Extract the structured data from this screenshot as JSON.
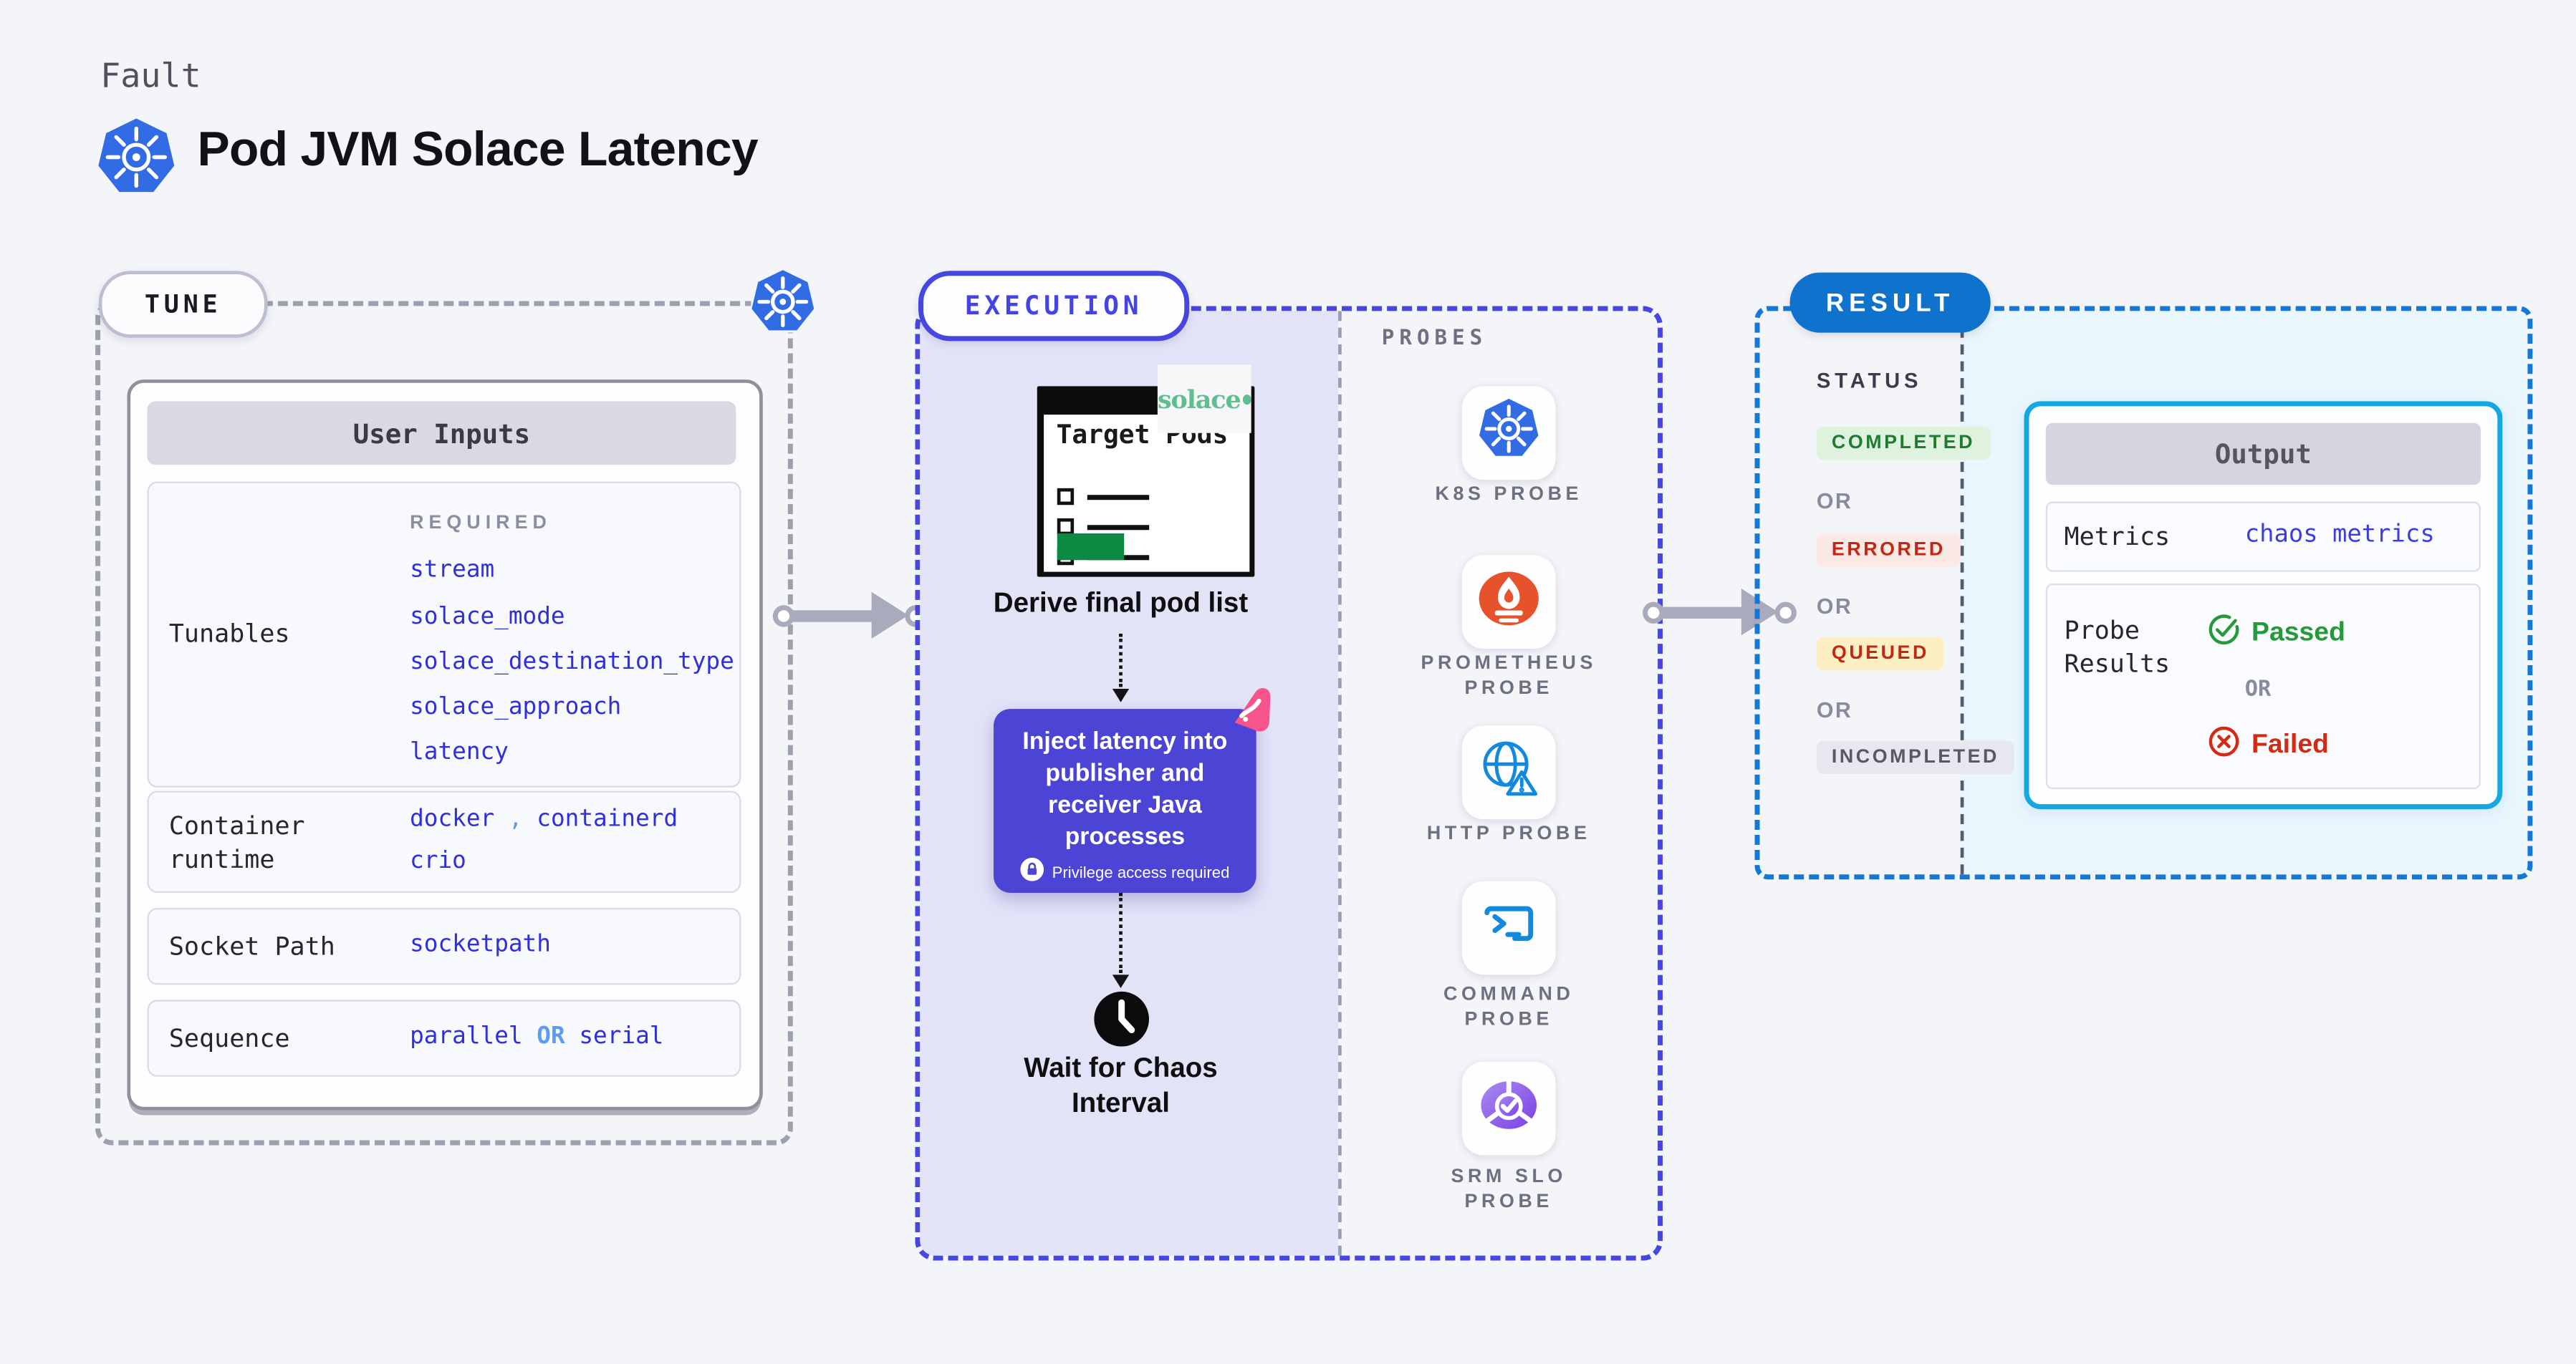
{
  "header": {
    "kicker": "Fault",
    "title": "Pod JVM Solace Latency"
  },
  "tune": {
    "badge": "TUNE",
    "table_title": "User Inputs",
    "tunables": {
      "label": "Tunables",
      "required_label": "REQUIRED",
      "values": [
        "stream",
        "solace_mode",
        "solace_destination_type",
        "solace_approach",
        "latency"
      ]
    },
    "runtime": {
      "label": "Container runtime",
      "value1": "docker",
      "separator": ",",
      "value2": "containerd",
      "value3": "crio"
    },
    "socket": {
      "label": "Socket Path",
      "value": "socketpath"
    },
    "sequence": {
      "label": "Sequence",
      "value1": "parallel",
      "or": "OR",
      "value2": "serial"
    }
  },
  "execution": {
    "badge": "EXECUTION",
    "target_pods_title": "Target Pods",
    "solace_logo_text": "solace",
    "derive_step": "Derive final pod list",
    "inject_step": "Inject latency into publisher and receiver Java processes",
    "privilege_note": "Privilege access required",
    "wait_step": "Wait for Chaos Interval"
  },
  "probes": {
    "heading": "PROBES",
    "items": [
      {
        "label": "K8S PROBE",
        "icon": "kubernetes-icon"
      },
      {
        "label": "PROMETHEUS PROBE",
        "icon": "prometheus-icon"
      },
      {
        "label": "HTTP PROBE",
        "icon": "http-globe-icon"
      },
      {
        "label": "COMMAND PROBE",
        "icon": "terminal-icon"
      },
      {
        "label": "SRM SLO PROBE",
        "icon": "slo-donut-icon"
      }
    ]
  },
  "result": {
    "badge": "RESULT",
    "status_heading": "STATUS",
    "or_label": "OR",
    "statuses": [
      {
        "label": "COMPLETED",
        "text_color": "#1F7C32",
        "bg_color": "#DFF2DD"
      },
      {
        "label": "ERRORED",
        "text_color": "#C32714",
        "bg_color": "#FBE9E6"
      },
      {
        "label": "QUEUED",
        "text_color": "#C32714",
        "bg_color": "#FCEFC4"
      },
      {
        "label": "INCOMPLETED",
        "text_color": "#585868",
        "bg_color": "#E7E7F0"
      }
    ],
    "output": {
      "title": "Output",
      "metrics_label": "Metrics",
      "metrics_value": "chaos metrics",
      "probe_results_label": "Probe Results",
      "passed_label": "Passed",
      "or_label": "OR",
      "failed_label": "Failed"
    }
  },
  "colors": {
    "page_bg": "#F3F5F9",
    "accent_indigo": "#4646E1",
    "execution_fill": "#E3E3F8",
    "inject_box": "#4C44D5",
    "pink_badge": "#F7548B",
    "result_badge_blue": "#0F72CC",
    "result_dash_blue": "#1478D6",
    "output_border_cyan": "#15A8E0",
    "output_area_bg": "#E9F6FD",
    "value_blue": "#2F2FDC",
    "or_light_blue": "#5E9BF5",
    "passed_green": "#249A38",
    "failed_red": "#D32A16",
    "solace_green": "#5FBD90",
    "kubernetes_blue": "#326CE5",
    "prometheus_orange": "#E6522C",
    "probe_icon_blue": "#1389DD",
    "arrow_gray": "#A9AABB",
    "target_button_green": "#0A8A43"
  }
}
